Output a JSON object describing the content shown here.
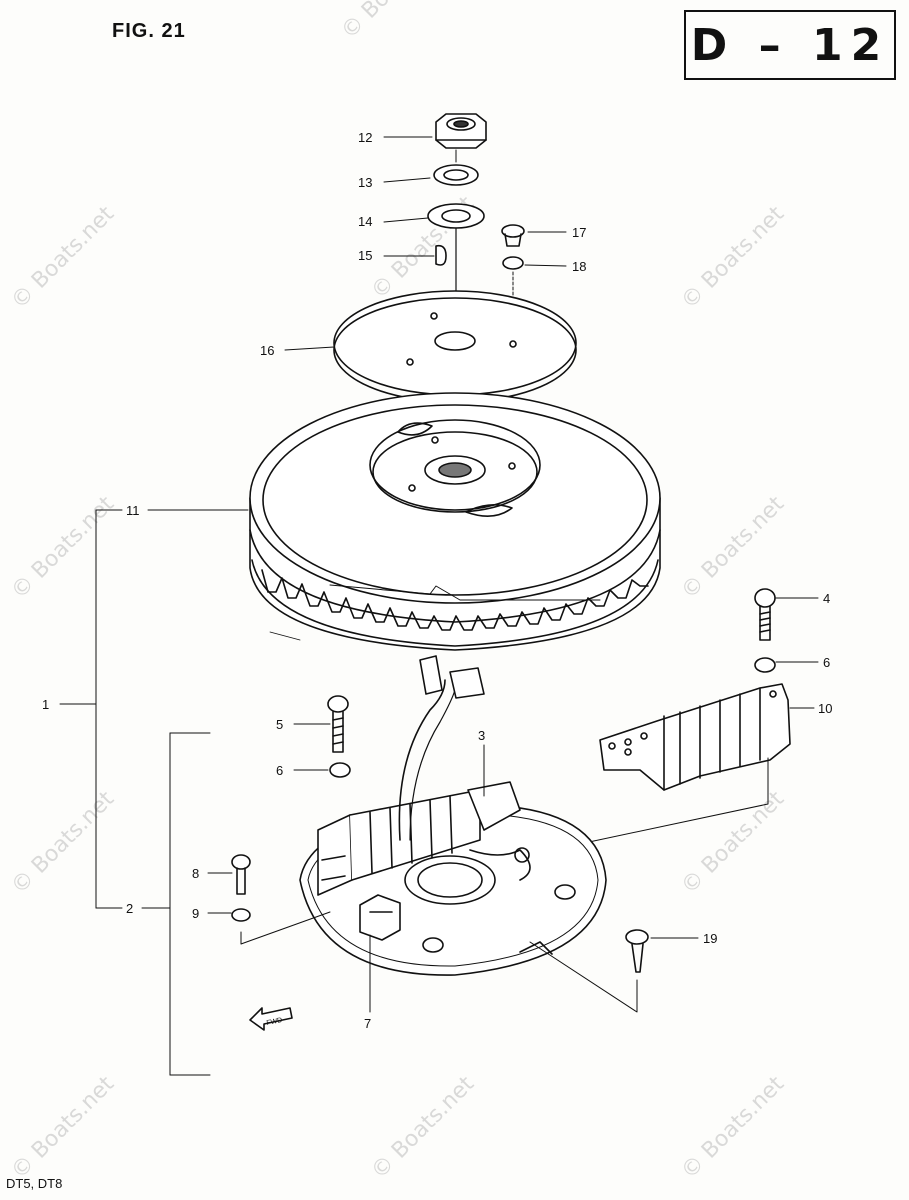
{
  "figure": {
    "title": "FIG. 21",
    "code": "D – 12",
    "models": "DT5, DT8"
  },
  "watermark": {
    "text": "© Boats.net",
    "color": "#bdbdbd"
  },
  "parts": [
    {
      "ref": "1",
      "label": "1"
    },
    {
      "ref": "2",
      "label": "2"
    },
    {
      "ref": "3",
      "label": "3"
    },
    {
      "ref": "4",
      "label": "4"
    },
    {
      "ref": "5",
      "label": "5"
    },
    {
      "ref": "6a",
      "label": "6"
    },
    {
      "ref": "6b",
      "label": "6"
    },
    {
      "ref": "7",
      "label": "7"
    },
    {
      "ref": "8",
      "label": "8"
    },
    {
      "ref": "9",
      "label": "9"
    },
    {
      "ref": "10",
      "label": "10"
    },
    {
      "ref": "11",
      "label": "11"
    },
    {
      "ref": "12",
      "label": "12"
    },
    {
      "ref": "13",
      "label": "13"
    },
    {
      "ref": "14",
      "label": "14"
    },
    {
      "ref": "15",
      "label": "15"
    },
    {
      "ref": "16",
      "label": "16"
    },
    {
      "ref": "17",
      "label": "17"
    },
    {
      "ref": "18",
      "label": "18"
    },
    {
      "ref": "19",
      "label": "19"
    }
  ],
  "direction_marker": "FWD"
}
